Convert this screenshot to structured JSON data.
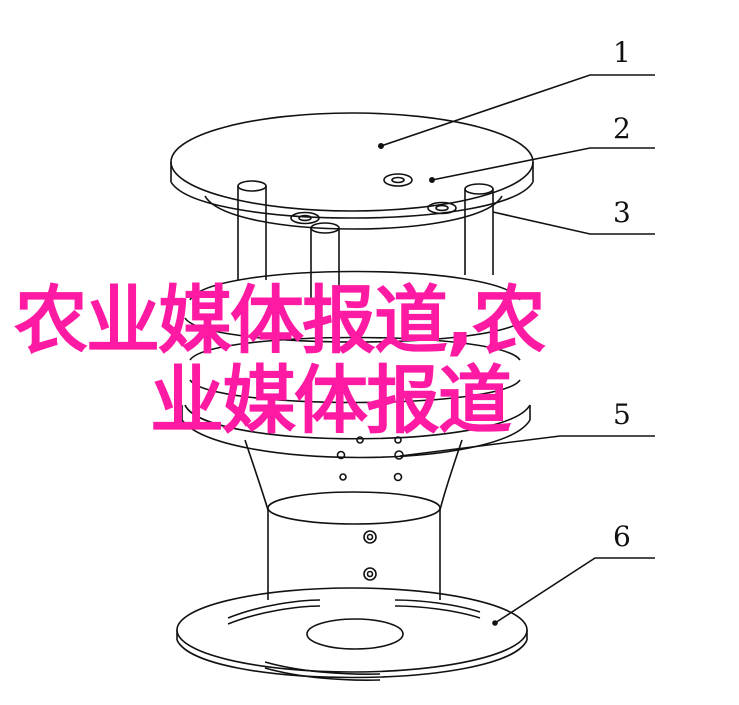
{
  "overlay_text": {
    "line1": "农业媒体报道,农",
    "line2": "业媒体报道"
  },
  "callouts": [
    "1",
    "2",
    "3",
    "5",
    "6"
  ],
  "colors": {
    "overlay": "#ff1aa3",
    "line": "#111111",
    "background": "#ffffff"
  }
}
